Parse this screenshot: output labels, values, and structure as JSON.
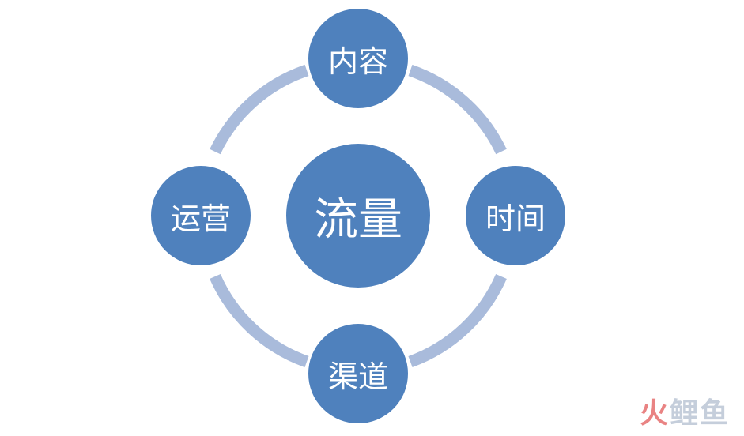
{
  "diagram": {
    "center_label": "流量",
    "nodes": {
      "top": "内容",
      "right": "时间",
      "bottom": "渠道",
      "left": "运营"
    }
  },
  "watermark": {
    "part1": "火",
    "part2": "鲤鱼"
  },
  "colors": {
    "node_fill": "#4f81bd",
    "ring": "#a9bbdb",
    "text": "#ffffff"
  }
}
